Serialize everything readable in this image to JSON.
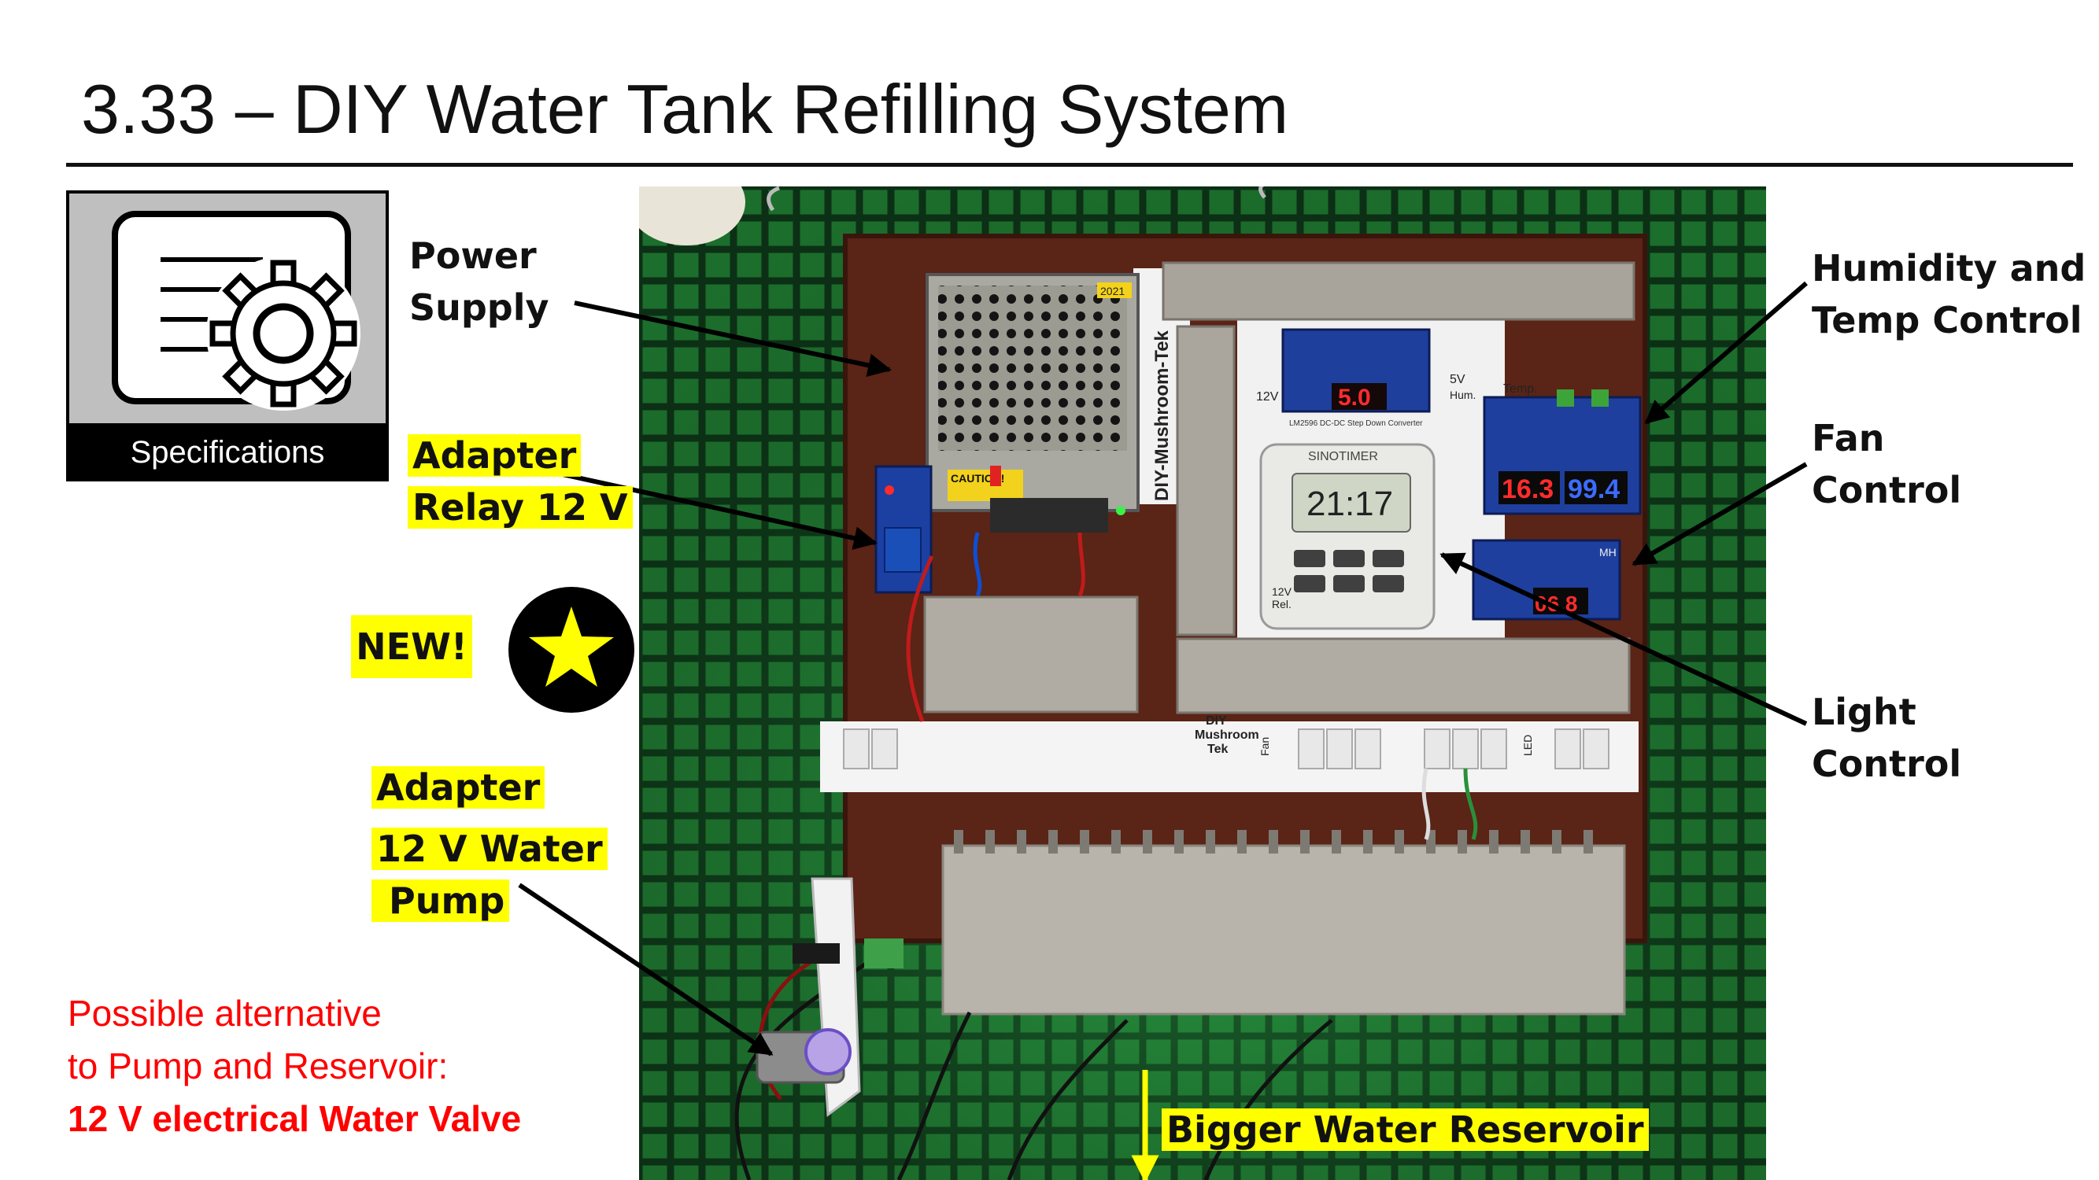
{
  "slide": {
    "title": "3.33 – DIY Water Tank Refilling System",
    "specifications_label": "Specifications",
    "icons": {
      "specifications": "document-gear-icon",
      "new": "star-icon"
    },
    "colors": {
      "highlight": "#ffff00",
      "alert_text": "#ff0000",
      "rule": "#111111"
    }
  },
  "callouts": {
    "power_supply": [
      "Power",
      "Supply"
    ],
    "adapter_relay": [
      "Adapter",
      "Relay 12 V"
    ],
    "new_badge": "NEW!",
    "adapter_pump": [
      "Adapter",
      "12 V Water",
      " Pump"
    ],
    "humidity_temp": [
      "Humidity and",
      "Temp Control"
    ],
    "fan_control": [
      "Fan",
      "Control"
    ],
    "light_control": [
      "Light",
      "Control"
    ],
    "reservoir": "Bigger Water Reservoir"
  },
  "alternative": {
    "line1": "Possible alternative",
    "line2": "to Pump and Reservoir:",
    "line3": "12 V electrical Water Valve"
  },
  "photo_text": {
    "board_name": "DIY-Mushroom-Tek",
    "terminal_name": [
      "DIY",
      "Mushroom",
      "Tek"
    ],
    "timer_brand": "SINOTIMER",
    "timer_display": "21:17",
    "converter_display": "5.0",
    "temp_display": "16.3",
    "humidity_display": "99.4",
    "fan_display": "06.8",
    "converter_caption": "LM2596 DC-DC Step Down Converter",
    "caution": "CAUTION!",
    "psu_label": "2021",
    "label_12v": "12V",
    "label_5v": "5V",
    "label_temp": "Temp.",
    "label_hum": "Hum.",
    "label_rel": "Rel.",
    "label_fan": "Fan",
    "label_led": "LED",
    "label_mh": "MH"
  }
}
